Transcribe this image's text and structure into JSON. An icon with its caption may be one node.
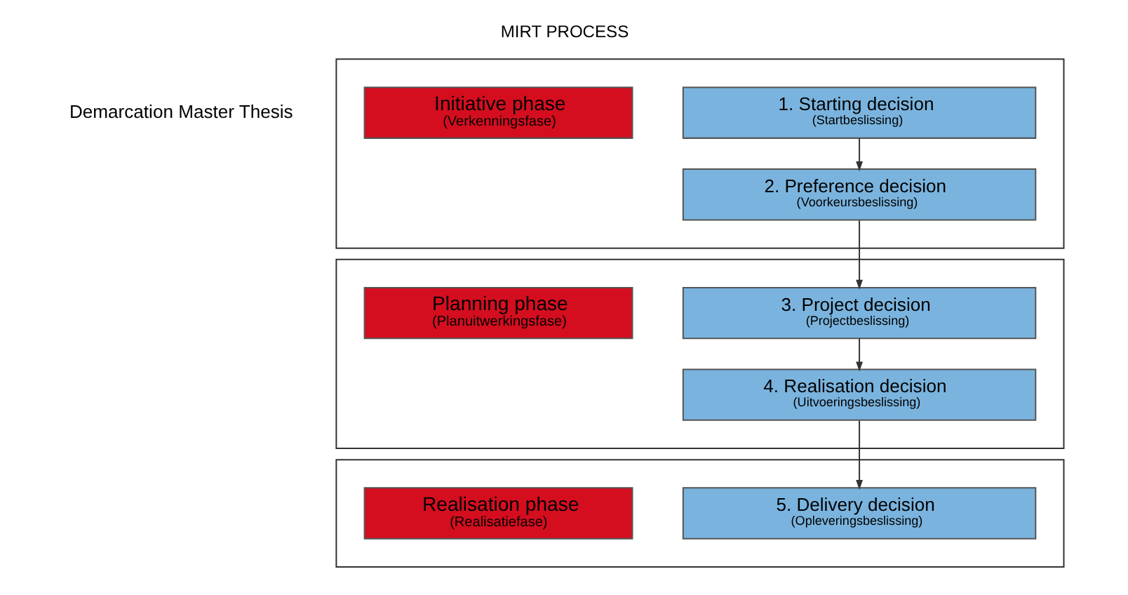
{
  "diagram": {
    "title": "MIRT PROCESS",
    "nodes": [
      {
        "text": [],
        "shape": "box"
      },
      {
        "text": [
          "Initiative phase",
          "(Verkenningsfase)"
        ],
        "in": 0
      },
      {
        "text": [
          "1. Starting decision",
          "(Startbeslissing)"
        ],
        "in": 0
      },
      {
        "text": [
          "2. Preference decision",
          "(Voorkeursbeslissing)"
        ],
        "in": 0
      },
      {
        "text": [],
        "shape": "box"
      },
      {
        "text": [
          "Planning phase",
          "(Planuitwerkingsfase)"
        ],
        "in": 4
      },
      {
        "text": [
          "3. Project decision",
          "(Projectbeslissing)"
        ],
        "in": 4
      },
      {
        "text": [
          "4. Realisation decision",
          "(Uitvoeringsbeslissing)"
        ],
        "in": 4
      },
      {
        "text": [],
        "shape": "box"
      },
      {
        "text": [
          "Realisation phase",
          "(Realisatiefase)"
        ],
        "in": 8
      },
      {
        "text": [
          "5. Delivery decision",
          "(Opleveringsbeslissing)"
        ],
        "in": 8
      }
    ],
    "edges": [
      {
        "from": 2,
        "to": 3,
        "arrow": "to"
      },
      {
        "from": 3,
        "to": 6,
        "arrow": "to"
      },
      {
        "from": 6,
        "to": 7,
        "arrow": "to"
      },
      {
        "from": 7,
        "to": 10,
        "arrow": "to"
      }
    ],
    "labels": [
      "Demarcation Master Thesis"
    ]
  }
}
